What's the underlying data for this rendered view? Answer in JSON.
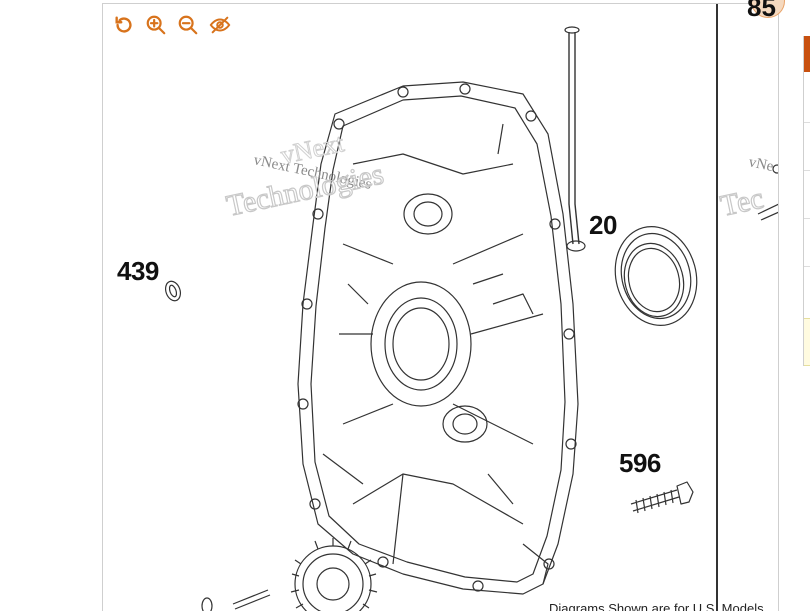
{
  "toolbar": {
    "tools": [
      {
        "name": "reset-view",
        "icon": "rotate-ccw-icon"
      },
      {
        "name": "zoom-in",
        "icon": "zoom-in-icon"
      },
      {
        "name": "zoom-out",
        "icon": "zoom-out-icon"
      },
      {
        "name": "toggle-labels",
        "icon": "eye-off-icon"
      }
    ],
    "accent_color": "#d8731c"
  },
  "callouts": {
    "c439": "439",
    "c20": "20",
    "c596": "596",
    "c85": "85"
  },
  "watermark": {
    "line1": "vNext Technologies",
    "line2": "Technologies",
    "line3": "vNext"
  },
  "footer": {
    "note": "Diagrams Shown are for U.S. Models"
  },
  "colors": {
    "bubble_fill": "#f5d9bf",
    "bubble_border": "#e9a46a",
    "table_header": "#c8500f"
  }
}
